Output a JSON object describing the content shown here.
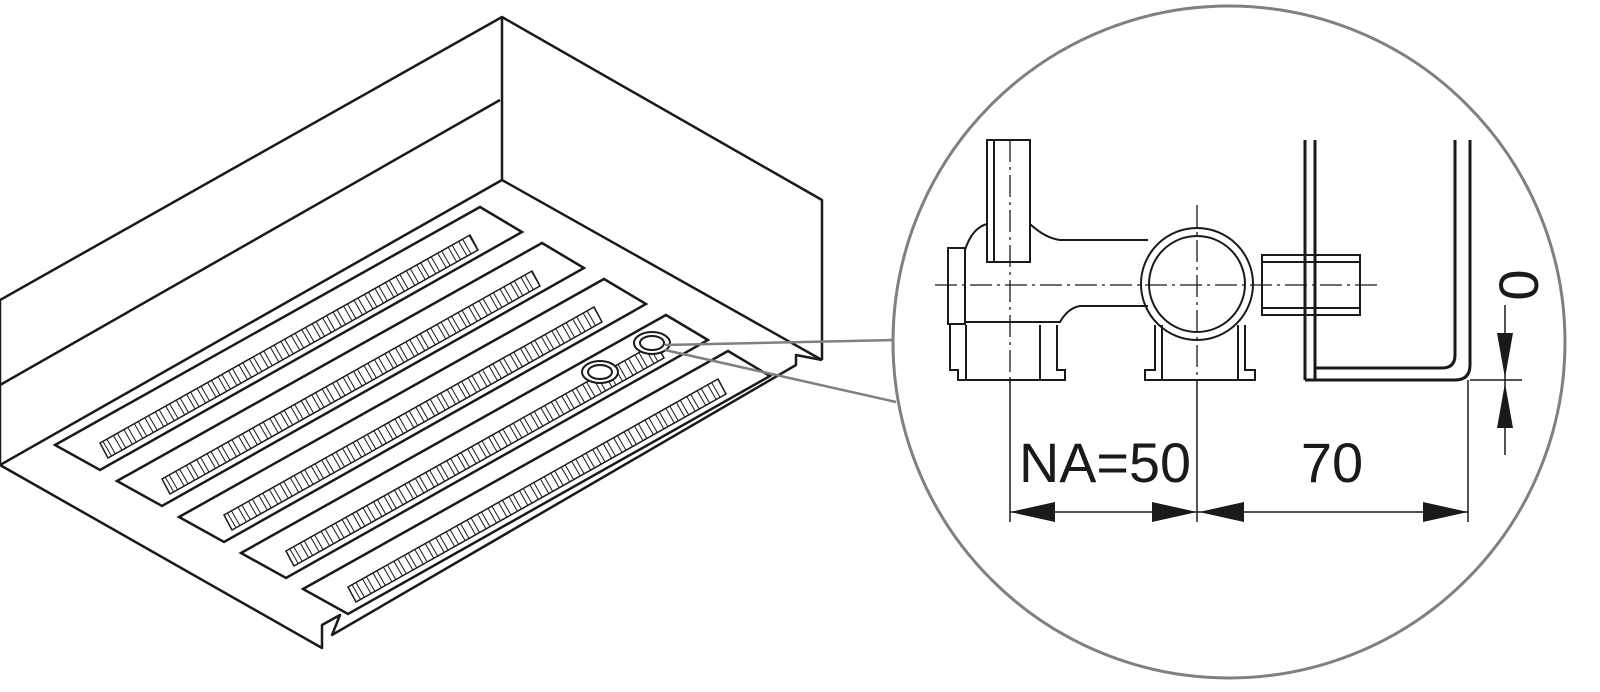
{
  "diagram": {
    "labels": {
      "na_dimension": "NA=50",
      "offset_dimension": "70",
      "height_dimension": "0"
    },
    "colors": {
      "line": "#1a1a1a",
      "circle": "#808080",
      "background": "#ffffff"
    },
    "grille_count": 5
  }
}
